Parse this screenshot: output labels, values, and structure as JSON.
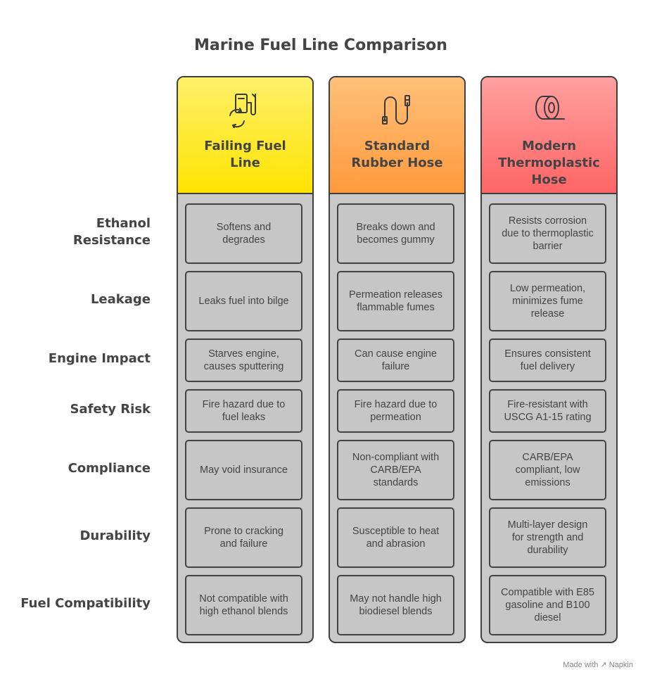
{
  "title": "Marine Fuel Line Comparison",
  "columns": [
    {
      "label_lines": [
        "Failing Fuel",
        "Line"
      ],
      "icon": "fuel-pump-icon",
      "gradient": [
        "#fff06a",
        "#ffe400"
      ]
    },
    {
      "label_lines": [
        "Standard",
        "Rubber Hose"
      ],
      "icon": "hose-icon",
      "gradient": [
        "#ffc07a",
        "#ff9a3c"
      ]
    },
    {
      "label_lines": [
        "Modern",
        "Thermoplastic",
        "Hose"
      ],
      "icon": "tape-roll-icon",
      "gradient": [
        "#ffa0a0",
        "#ff6565"
      ]
    }
  ],
  "rows": [
    {
      "label_lines": [
        "Ethanol",
        "Resistance"
      ],
      "cells": [
        [
          "Softens and",
          "degrades"
        ],
        [
          "Breaks down and",
          "becomes gummy"
        ],
        [
          "Resists corrosion",
          "due to thermoplastic",
          "barrier"
        ]
      ]
    },
    {
      "label_lines": [
        "Leakage"
      ],
      "cells": [
        [
          "Leaks fuel into bilge"
        ],
        [
          "Permeation releases",
          "flammable fumes"
        ],
        [
          "Low permeation,",
          "minimizes fume",
          "release"
        ]
      ]
    },
    {
      "label_lines": [
        "Engine Impact"
      ],
      "cells": [
        [
          "Starves engine,",
          "causes sputtering"
        ],
        [
          "Can cause engine",
          "failure"
        ],
        [
          "Ensures consistent",
          "fuel delivery"
        ]
      ]
    },
    {
      "label_lines": [
        "Safety Risk"
      ],
      "cells": [
        [
          "Fire hazard due to",
          "fuel leaks"
        ],
        [
          "Fire hazard due to",
          "permeation"
        ],
        [
          "Fire-resistant with",
          "USCG A1-15 rating"
        ]
      ]
    },
    {
      "label_lines": [
        "Compliance"
      ],
      "cells": [
        [
          "May void insurance"
        ],
        [
          "Non-compliant with",
          "CARB/EPA",
          "standards"
        ],
        [
          "CARB/EPA",
          "compliant, low",
          "emissions"
        ]
      ]
    },
    {
      "label_lines": [
        "Durability"
      ],
      "cells": [
        [
          "Prone to cracking",
          "and failure"
        ],
        [
          "Susceptible to heat",
          "and abrasion"
        ],
        [
          "Multi-layer design",
          "for strength and",
          "durability"
        ]
      ]
    },
    {
      "label_lines": [
        "Fuel Compatibility"
      ],
      "cells": [
        [
          "Not compatible with",
          "high ethanol blends"
        ],
        [
          "May not handle high",
          "biodiesel blends"
        ],
        [
          "Compatible with E85",
          "gasoline and B100",
          "diesel"
        ]
      ]
    }
  ],
  "footer": "Made with ↗ Napkin"
}
